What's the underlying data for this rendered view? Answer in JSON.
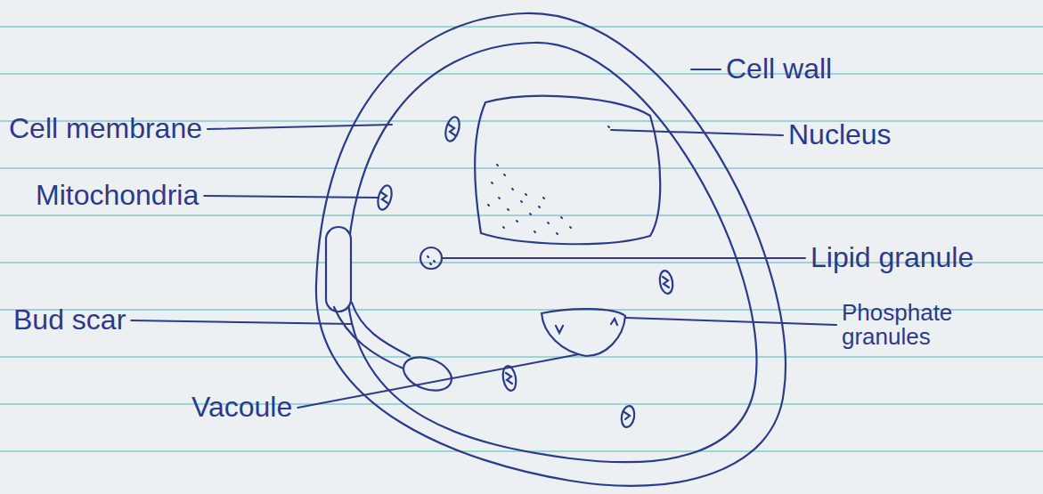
{
  "diagram": {
    "labels": [
      "Cell wall",
      "Cell membrane",
      "Nucleus",
      "Mitochondria",
      "Lipid granule",
      "Bud scar",
      "Phosphate granules",
      "Vacoule"
    ]
  }
}
